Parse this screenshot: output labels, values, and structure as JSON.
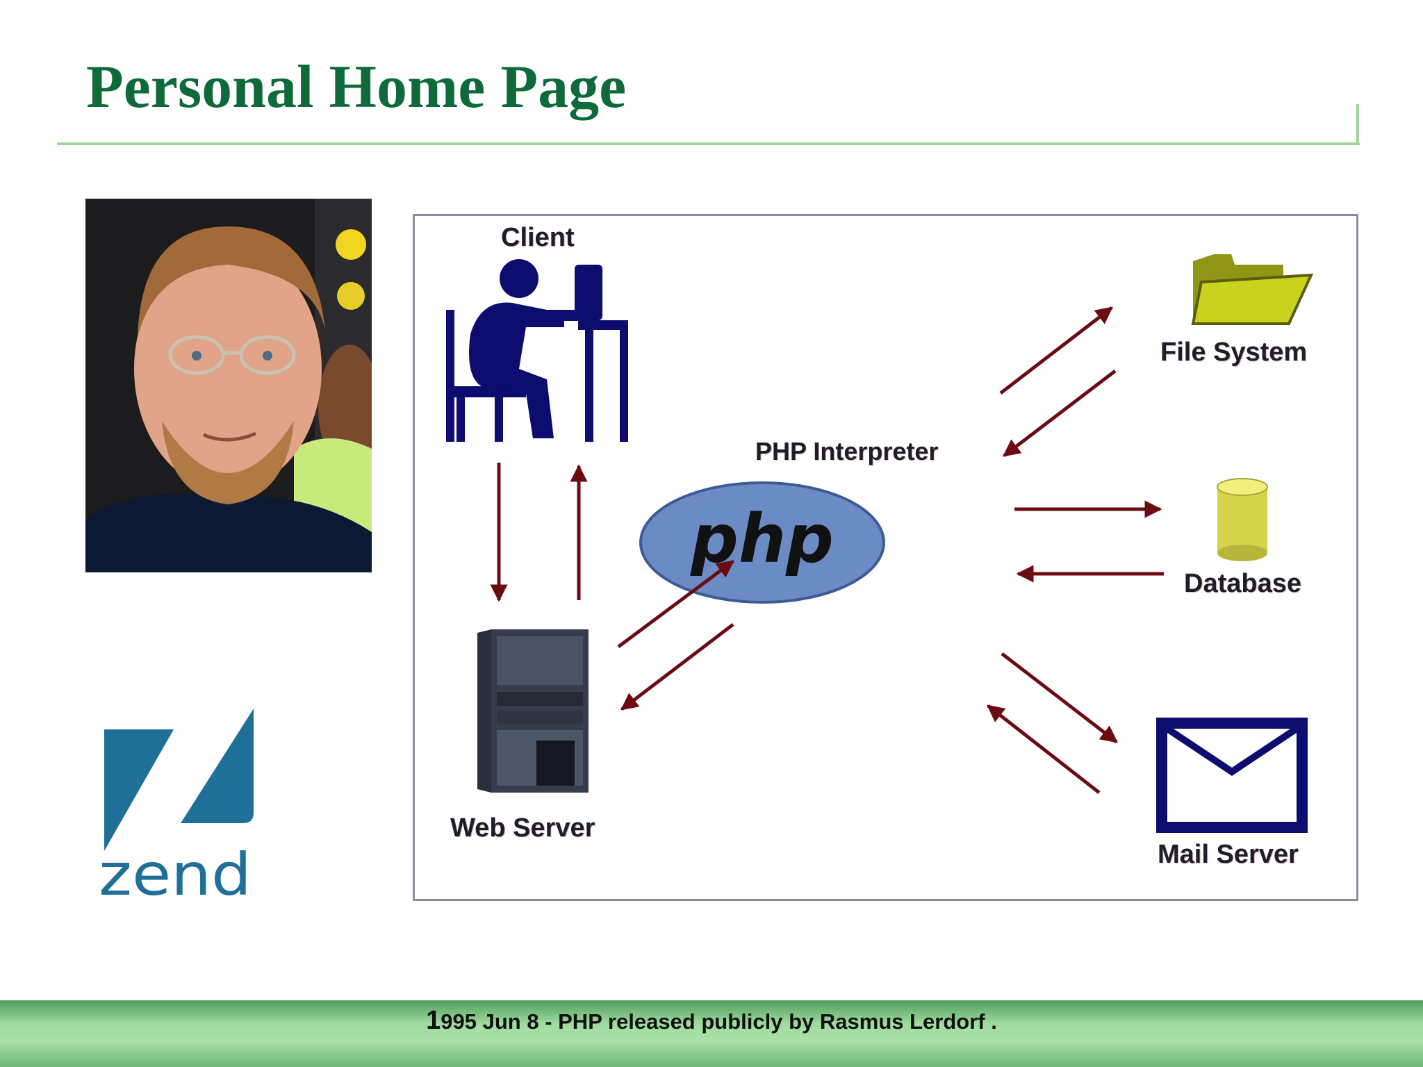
{
  "slide": {
    "title": "Personal Home Page"
  },
  "diagram": {
    "client_label": "Client",
    "web_server_label": "Web Server",
    "php_interpreter_label": "PHP Interpreter",
    "php_logo_text": "php",
    "file_system_label": "File System",
    "database_label": "Database",
    "mail_server_label": "Mail Server",
    "arrow_color": "#6a0c12",
    "icon_navy": "#0d0d70",
    "folder_color": "#c9d21c"
  },
  "logo": {
    "text": "zend",
    "color": "#1f6f98"
  },
  "footer": {
    "first_char": "1",
    "text": "995 Jun 8 - PHP released publicly by Rasmus Lerdorf ."
  }
}
